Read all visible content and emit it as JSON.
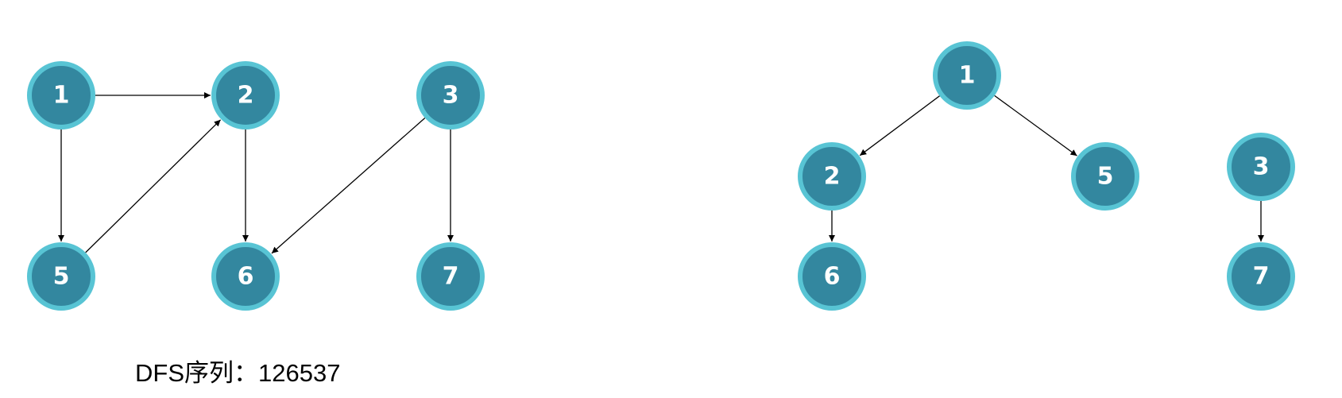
{
  "colors": {
    "node_fill": "#33879F",
    "node_border": "#58C4D4",
    "edge": "#000000",
    "node_text": "#ffffff"
  },
  "graph": {
    "nodes": [
      {
        "id": "1",
        "label": "1"
      },
      {
        "id": "2",
        "label": "2"
      },
      {
        "id": "3",
        "label": "3"
      },
      {
        "id": "5",
        "label": "5"
      },
      {
        "id": "6",
        "label": "6"
      },
      {
        "id": "7",
        "label": "7"
      }
    ],
    "edges": [
      {
        "from": "1",
        "to": "2"
      },
      {
        "from": "1",
        "to": "5"
      },
      {
        "from": "5",
        "to": "2"
      },
      {
        "from": "2",
        "to": "6"
      },
      {
        "from": "3",
        "to": "6"
      },
      {
        "from": "3",
        "to": "7"
      }
    ]
  },
  "dfs_forest": {
    "nodes": [
      {
        "id": "1",
        "label": "1"
      },
      {
        "id": "2",
        "label": "2"
      },
      {
        "id": "5",
        "label": "5"
      },
      {
        "id": "6",
        "label": "6"
      },
      {
        "id": "3",
        "label": "3"
      },
      {
        "id": "7",
        "label": "7"
      }
    ],
    "edges": [
      {
        "from": "1",
        "to": "2"
      },
      {
        "from": "1",
        "to": "5"
      },
      {
        "from": "2",
        "to": "6"
      },
      {
        "from": "3",
        "to": "7"
      }
    ]
  },
  "caption": "DFS序列：126537"
}
